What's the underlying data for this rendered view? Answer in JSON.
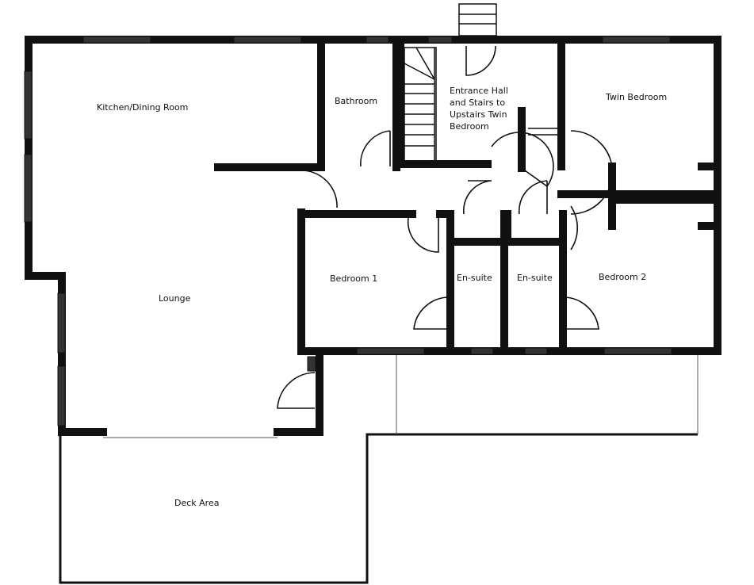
{
  "title": "Ground floor plan",
  "rooms": {
    "kitchen": "Kitchen/Dining Room",
    "bathroom": "Bathroom",
    "entrance": "Entrance Hall\nand Stairs to\nUpstairs Twin\nBedroom",
    "twin": "Twin Bedroom",
    "bedroom1": "Bedroom 1",
    "ensuite1": "En-suite",
    "ensuite2": "En-suite",
    "bedroom2": "Bedroom 2",
    "lounge": "Lounge",
    "deck": "Deck Area"
  }
}
